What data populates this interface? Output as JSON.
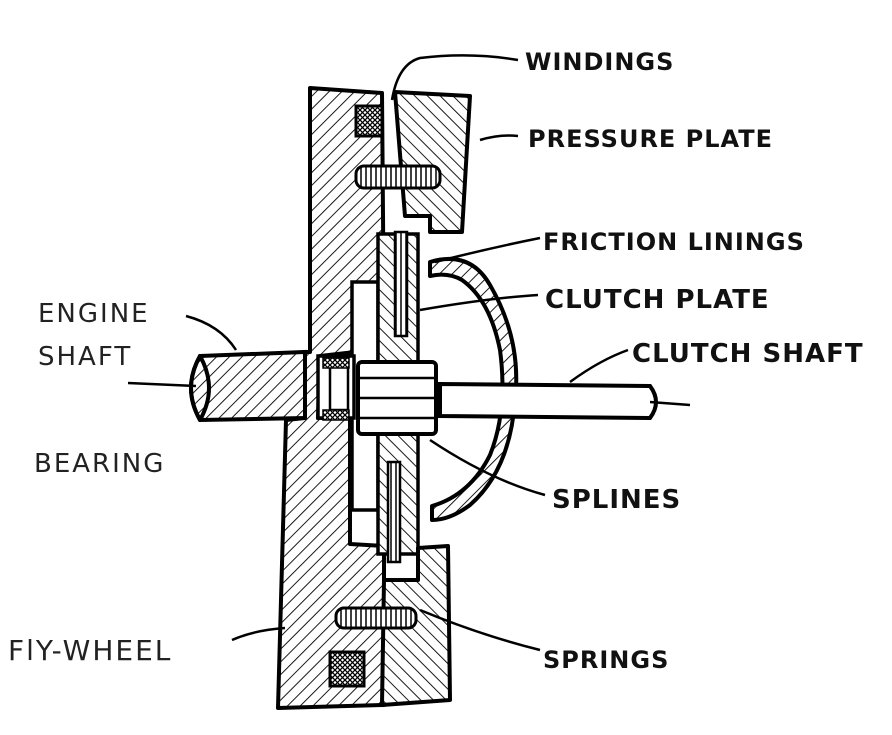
{
  "diagram": {
    "labels": {
      "windings": "WINDINGS",
      "pressure_plate": "PRESSURE PLATE",
      "friction_linings": "FRICTION LININGS",
      "clutch_plate": "CLUTCH PLATE",
      "clutch_shaft": "CLUTCH SHAFT",
      "engine": "ENGINE",
      "shaft": "SHAFT",
      "bearing": "BEARING",
      "splines": "SPLINES",
      "fly_wheel": "FlY-WHEEL",
      "springs": "SPRINGS"
    }
  }
}
